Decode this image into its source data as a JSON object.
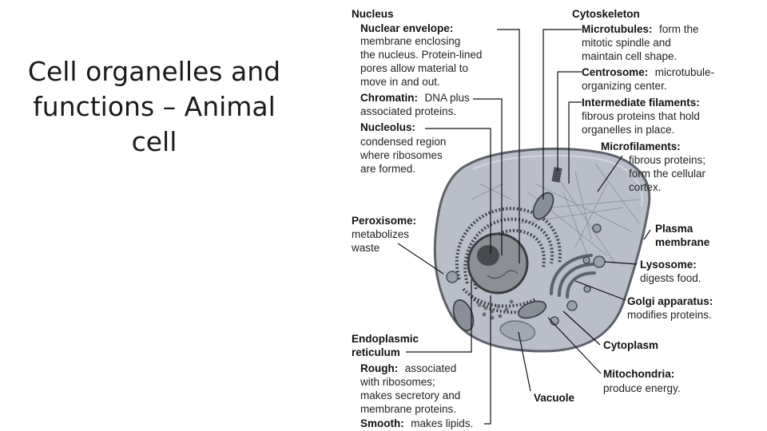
{
  "slide": {
    "title_lines": [
      "Cell organelles and",
      "functions – Animal",
      "cell"
    ]
  },
  "diagram": {
    "left_labels": {
      "nucleus": "Nucleus",
      "nuclear_envelope_term": "Nuclear envelope:",
      "nuclear_envelope_desc": [
        "membrane enclosing",
        "the nucleus. Protein-lined",
        "pores allow material to",
        "move in and out."
      ],
      "chromatin_term": "Chromatin:",
      "chromatin_desc_inline": "DNA plus",
      "chromatin_desc": [
        "associated proteins."
      ],
      "nucleolus_term": "Nucleolus:",
      "nucleolus_desc": [
        "condensed region",
        "where ribosomes",
        "are formed."
      ],
      "peroxisome_term": "Peroxisome:",
      "peroxisome_desc": [
        "metabolizes",
        "waste"
      ],
      "er_term": [
        "Endoplasmic",
        "reticulum"
      ],
      "rough_term": "Rough:",
      "rough_desc_inline": "associated",
      "rough_desc": [
        "with ribosomes;",
        "makes secretory and",
        "membrane proteins."
      ],
      "smooth_term": "Smooth:",
      "smooth_desc_inline": "makes lipids."
    },
    "right_labels": {
      "cytoskeleton": "Cytoskeleton",
      "microtubules_term": "Microtubules:",
      "microtubules_desc_inline": "form the",
      "microtubules_desc": [
        "mitotic spindle and",
        "maintain cell shape."
      ],
      "centrosome_term": "Centrosome:",
      "centrosome_desc_inline": "microtubule-",
      "centrosome_desc": [
        "organizing center."
      ],
      "intermediate_term": "Intermediate filaments:",
      "intermediate_desc": [
        "fibrous proteins that hold",
        "organelles in place."
      ],
      "microfilaments_term": "Microfilaments:",
      "microfilaments_desc": [
        "fibrous proteins;",
        "form the cellular",
        "cortex."
      ],
      "plasma_membrane": [
        "Plasma",
        "membrane"
      ],
      "lysosome_term": "Lysosome:",
      "lysosome_desc": [
        "digests food."
      ],
      "golgi_term": "Golgi apparatus:",
      "golgi_desc": [
        "modifies proteins."
      ],
      "cytoplasm": "Cytoplasm",
      "mitochondria_term": "Mitochondria:",
      "mitochondria_desc": [
        "produce energy."
      ],
      "vacuole": "Vacuole"
    },
    "colors": {
      "cytoplasm": "#b9bec8",
      "membrane": "#5d626a",
      "nucleus": "#8d8f95",
      "nucleolus": "#47494f",
      "er": "#3f4248",
      "organelle": "#9aa0a8",
      "leader": "#111111"
    }
  }
}
